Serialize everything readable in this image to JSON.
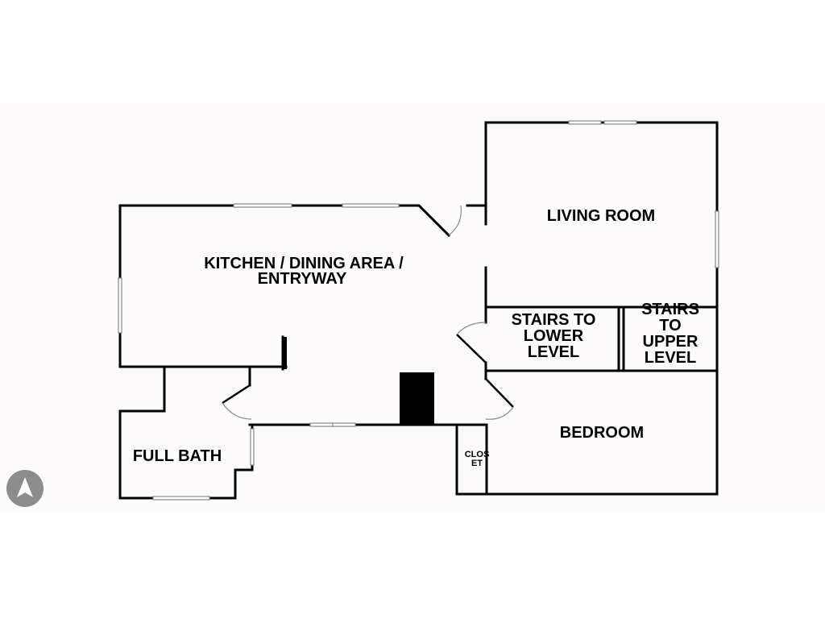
{
  "rooms": {
    "kitchen_line1": "KITCHEN  /  DINING AREA  /",
    "kitchen_line2": "ENTRYWAY",
    "living_room": "LIVING ROOM",
    "stairs_lower_line1": "STAIRS TO",
    "stairs_lower_line2": "LOWER",
    "stairs_lower_line3": "LEVEL",
    "stairs_upper_line1": "STAIRS",
    "stairs_upper_line2": "TO",
    "stairs_upper_line3": "UPPER",
    "stairs_upper_line4": "LEVEL",
    "bedroom": "BEDROOM",
    "closet_line1": "CLOS",
    "closet_line2": "ET",
    "full_bath": "FULL BATH"
  },
  "compass": {
    "icon": "north-arrow-icon",
    "color": "#8c8c8c"
  }
}
